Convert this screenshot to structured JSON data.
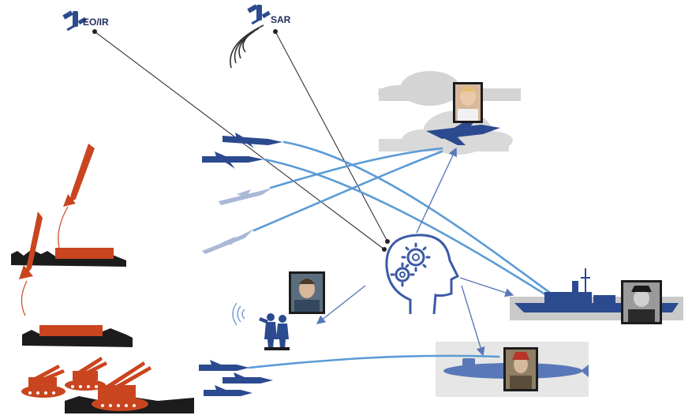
{
  "satellites": [
    {
      "id": "eo-ir",
      "label": "EO/IR",
      "icon": "satellite-icon"
    },
    {
      "id": "sar",
      "label": "SAR",
      "icon": "satellite-icon"
    }
  ],
  "nodes": {
    "ai_core": {
      "icon": "ai-brain-gears-icon"
    },
    "aircraft": {
      "icon": "fighter-jet-icon",
      "portrait": "pilot-portrait-icon"
    },
    "ship": {
      "icon": "destroyer-ship-icon",
      "portrait": "naval-officer-portrait-icon"
    },
    "submarine": {
      "icon": "submarine-icon",
      "portrait": "submarine-captain-portrait-icon"
    },
    "ground_team": {
      "icon": "ground-observers-icon",
      "portrait": "soldier-portrait-icon"
    }
  },
  "threats": {
    "launchers": [
      "missile-launch-site-icon",
      "missile-launch-site-icon"
    ],
    "sam_vehicles": "sam-vehicles-icon"
  },
  "colors": {
    "link_blue": "#5b9bd5",
    "navy": "#2b4a8f",
    "threat_red": "#c9451f",
    "sensor_line": "#333333",
    "cloud": "#d6d6d6"
  }
}
